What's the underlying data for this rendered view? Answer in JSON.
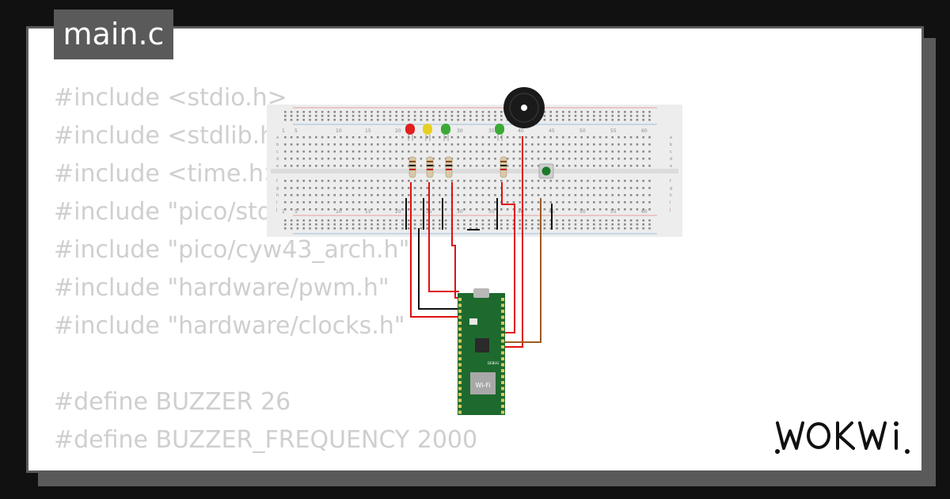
{
  "file_tab": {
    "label": "main.c"
  },
  "code_lines": [
    "#include <stdio.h>",
    "#include <stdlib.h>",
    "#include <time.h>",
    "#include \"pico/stdlib.h\"",
    "#include \"pico/cyw43_arch.h\"",
    "#include \"hardware/pwm.h\"",
    "#include \"hardware/clocks.h\"",
    "",
    "#define BUZZER 26",
    "#define BUZZER_FREQUENCY 2000"
  ],
  "breadboard": {
    "column_numbers": [
      "1",
      "5",
      "10",
      "15",
      "20",
      "25",
      "30",
      "35",
      "40",
      "45",
      "50",
      "55",
      "60"
    ],
    "row_letters_top": [
      "a",
      "b",
      "c",
      "d",
      "e"
    ],
    "row_letters_bottom": [
      "f",
      "g",
      "h",
      "i",
      "j"
    ]
  },
  "pico": {
    "wifi_label": "Wi-Fi",
    "debug_label": "DEBUG"
  },
  "led_colors": {
    "red": "#e02020",
    "yellow": "#e8d020",
    "green": "#3aaa35"
  },
  "logo": {
    "text": "WOKWi"
  }
}
